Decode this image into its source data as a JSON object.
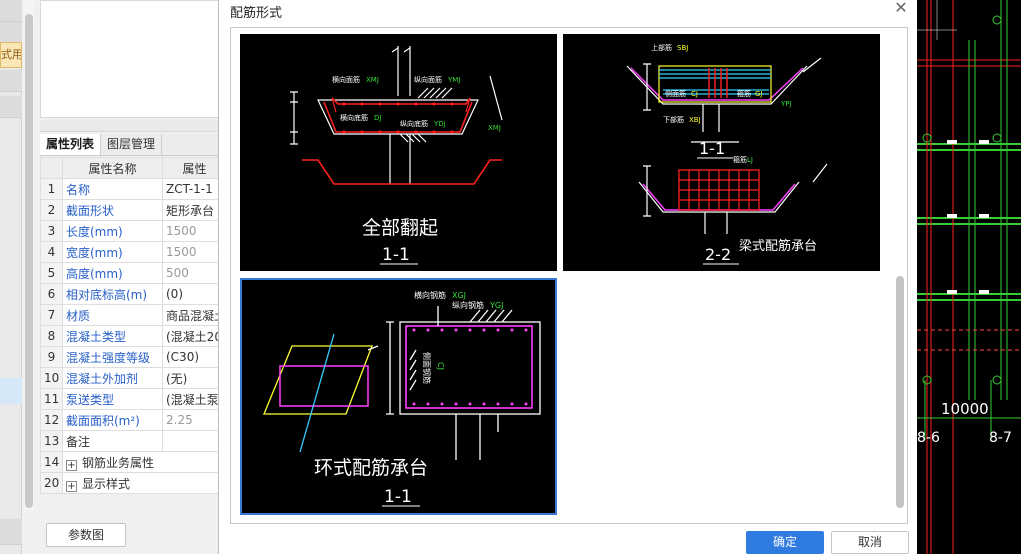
{
  "sidebar": {
    "tab_label": "式用"
  },
  "properties": {
    "tabs": [
      {
        "label": "属性列表"
      },
      {
        "label": "图层管理"
      }
    ],
    "header": {
      "name": "属性名称",
      "value": "属性"
    },
    "rows": [
      {
        "num": "1",
        "name": "名称",
        "value": "ZCT-1-1"
      },
      {
        "num": "2",
        "name": "截面形状",
        "value": "矩形承台"
      },
      {
        "num": "3",
        "name": "长度(mm)",
        "value": "1500"
      },
      {
        "num": "4",
        "name": "宽度(mm)",
        "value": "1500"
      },
      {
        "num": "5",
        "name": "高度(mm)",
        "value": "500"
      },
      {
        "num": "6",
        "name": "相对底标高(m)",
        "value": "(0)"
      },
      {
        "num": "7",
        "name": "材质",
        "value": "商品混凝土"
      },
      {
        "num": "8",
        "name": "混凝土类型",
        "value": "(混凝土20"
      },
      {
        "num": "9",
        "name": "混凝土强度等级",
        "value": "(C30)"
      },
      {
        "num": "10",
        "name": "混凝土外加剂",
        "value": "(无)"
      },
      {
        "num": "11",
        "name": "泵送类型",
        "value": "(混凝土泵"
      },
      {
        "num": "12",
        "name": "截面面积(m²)",
        "value": "2.25"
      },
      {
        "num": "13",
        "name": "备注",
        "value": ""
      },
      {
        "num": "14",
        "name": "钢筋业务属性",
        "value": ""
      },
      {
        "num": "20",
        "name": "显示样式",
        "value": ""
      }
    ],
    "expander_symbol": "+",
    "param_button": "参数图"
  },
  "dialog": {
    "title": "配筋形式",
    "close_symbol": "✕",
    "ok_label": "确定",
    "cancel_label": "取消",
    "thumbnails": [
      {
        "caption": "全部翻起",
        "section": "1-1",
        "labels": {
          "top": "横向面筋",
          "top_code": "XMJ",
          "top2": "纵向面筋",
          "top2_code": "YMJ",
          "bottom": "横向底筋",
          "bottom_code": "DJ",
          "bottom2": "纵向底筋",
          "bottom2_code": "YDJ",
          "code3": "XMJ"
        }
      },
      {
        "caption": "梁式配筋承台",
        "section_a": "1-1",
        "section_b": "2-2",
        "labels": {
          "top": "上部筋",
          "top_code": "SBJ",
          "side": "侧面筋",
          "side_code": "CJ",
          "bottom": "下部筋",
          "bottom_code": "XBJ",
          "stirrup": "箍筋",
          "stirrup_code": "GJ",
          "code_side": "YPJ",
          "top_b": "箍筋",
          "top_b_code": "LJ"
        }
      },
      {
        "caption": "环式配筋承台",
        "section": "1-1",
        "labels": {
          "top": "横向钢筋",
          "top_code": "XGJ",
          "top2": "纵向钢筋",
          "top2_code": "YGJ",
          "side": "侧面钢筋",
          "side_code": "CJ"
        }
      }
    ]
  },
  "cad": {
    "dimension": "10000",
    "axis_a": "8-6",
    "axis_b": "8-7"
  }
}
